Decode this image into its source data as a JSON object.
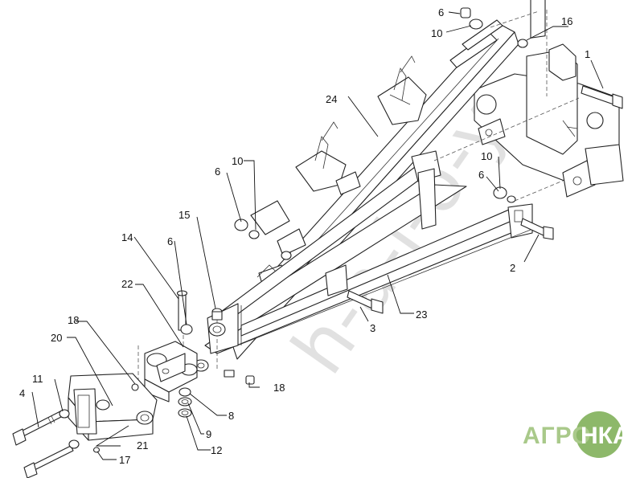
{
  "diagram": {
    "watermark": "h-a-l-o-y",
    "corner_mark": "",
    "callouts": {
      "c1": "1",
      "c2": "2",
      "c3": "3",
      "c4": "4",
      "c6a": "6",
      "c6b": "6",
      "c6c": "6",
      "c6d": "6",
      "c8": "8",
      "c9": "9",
      "c10a": "10",
      "c10b": "10",
      "c10c": "10",
      "c11": "11",
      "c12": "12",
      "c14": "14",
      "c15": "15",
      "c16": "16",
      "c17": "17",
      "c18a": "18",
      "c18b": "18",
      "c20": "20",
      "c21": "21",
      "c22": "22",
      "c23": "23",
      "c24": "24"
    }
  },
  "logo": {
    "left": "АГРО",
    "right": "НКА",
    "color": "#8db86a"
  }
}
